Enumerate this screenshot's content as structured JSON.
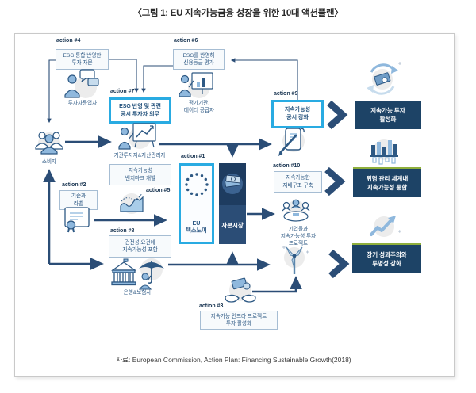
{
  "title": "〈그림 1: EU 지속가능금융 성장을 위한 10대 액션플랜〉",
  "source": "자료: European Commission, Action Plan: Financing Sustainable Growth(2018)",
  "actions": {
    "a1": {
      "tag": "action #1",
      "label": "EU\n택소노미"
    },
    "a2": {
      "tag": "action #2",
      "label": "기준과\n라벨"
    },
    "a3": {
      "tag": "action #3",
      "label": "지속가능 인프라 프로젝트\n투자 활성화"
    },
    "a4": {
      "tag": "action #4",
      "label": "ESG 통합 반영한\n투자 자문"
    },
    "a5": {
      "tag": "action #5"
    },
    "a6": {
      "tag": "action #6",
      "label": "ESG를 반영해\n신용등급 평가"
    },
    "a7": {
      "tag": "action #7",
      "label": "ESG 반영 및 관련\n공시 투자자 의무"
    },
    "a8": {
      "tag": "action #8",
      "label": "건전성 요건에\n지속가능성 포함"
    },
    "a9": {
      "tag": "action #9",
      "label": "지속가능성\n공시 강화"
    },
    "a10": {
      "tag": "action #10",
      "label": "지속가능한\n지배구조 구축"
    }
  },
  "entities": {
    "consumers": "소비자",
    "advisor": "투자자문업자",
    "rating": "평가기관,\n데이터 공급자",
    "investors": "기관투자자&자산관리자",
    "benchmark": "지속가능성\n벤치마크 개발",
    "capital_market": "자본시장",
    "corporates": "기업들과\n지속가능성 투자\n프로젝트",
    "banks": "은행&보험사"
  },
  "outcomes": {
    "o1": "지속가능 투자\n활성화",
    "o2": "위험 관리 체계내\n지속가능성 통합",
    "o3": "장기 성과주의와\n투명성 강화"
  },
  "colors": {
    "navy": "#2b4d76",
    "highlight_border": "#29abe2",
    "outcome_bg": "#1d4366",
    "outcome_accent": "#8faf3c"
  },
  "icons": {
    "consumers": "people-group-icon",
    "advisor": "person-chat-icon",
    "rating": "presenter-board-icon",
    "investors": "presenter-chart-icon",
    "eu": "eu-stars-icon",
    "capital": "banknotes-icon",
    "disclosure": "scroll-pen-icon",
    "benchmark_chart": "area-chart-icon",
    "label_certificate": "certificate-icon",
    "bank": "bank-building-icon",
    "insurance": "umbrella-person-icon",
    "corporates": "people-table-icon",
    "infrastructure": "wind-turbine-icon",
    "invest_hands": "hands-money-icon",
    "o1": "money-cycle-icon",
    "o2": "bar-chart-icon",
    "o3": "trend-up-icon"
  }
}
